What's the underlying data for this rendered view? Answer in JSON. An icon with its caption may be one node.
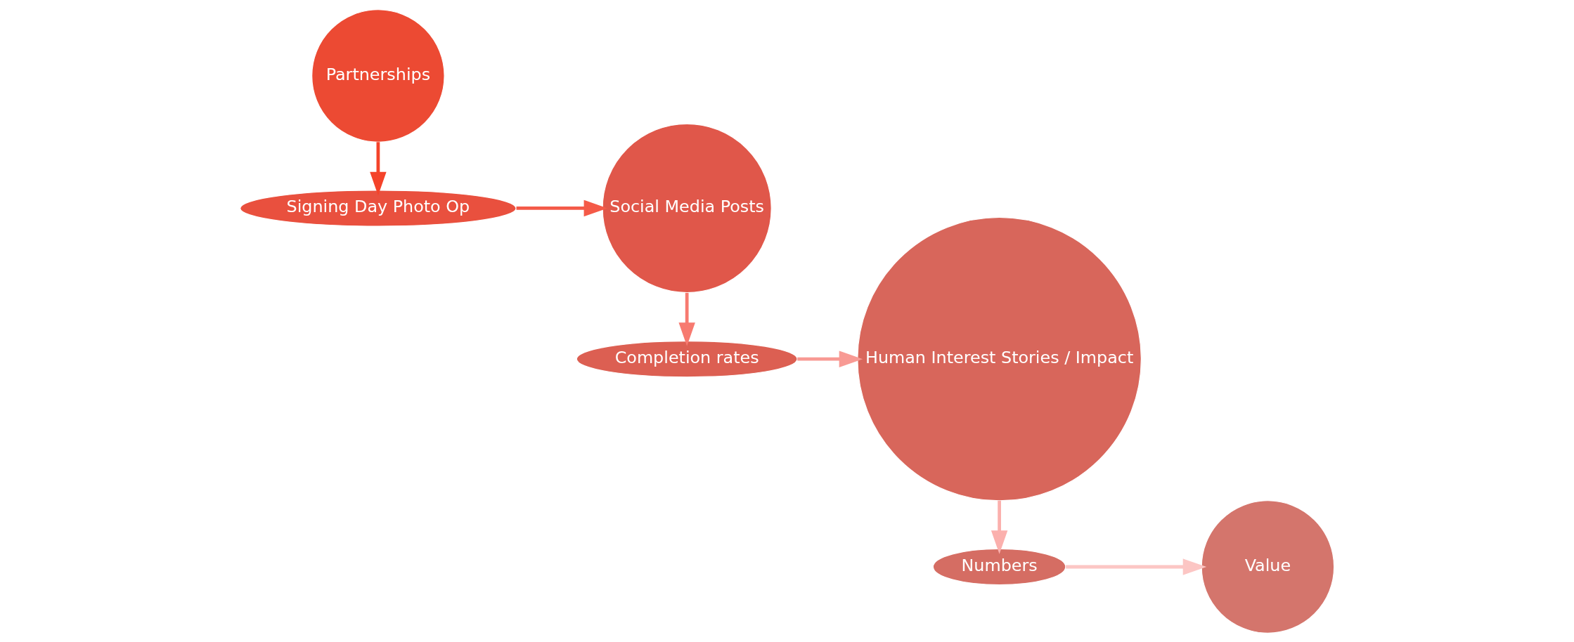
{
  "diagram": {
    "nodes": [
      {
        "text": [
          "Partnerships"
        ]
      },
      {
        "text": [
          "Signing Day Photo Op"
        ]
      },
      {
        "text": [
          "Social Media Posts"
        ]
      },
      {
        "text": [
          "Completion rates"
        ]
      },
      {
        "text": [
          "Human Interest Stories / Impact"
        ]
      },
      {
        "text": [
          "Numbers"
        ]
      },
      {
        "text": [
          "Value"
        ]
      }
    ],
    "edges": [
      {
        "from": 0,
        "to": 1,
        "arrow": "to",
        "color": "#f4432a"
      },
      {
        "from": 1,
        "to": 2,
        "arrow": "to",
        "color": "#f45a48"
      },
      {
        "from": 2,
        "to": 3,
        "arrow": "to",
        "color": "#f77a70"
      },
      {
        "from": 3,
        "to": 4,
        "arrow": "to",
        "color": "#f89a94"
      },
      {
        "from": 4,
        "to": 5,
        "arrow": "to",
        "color": "#fbb0ad"
      },
      {
        "from": 5,
        "to": 6,
        "arrow": "to",
        "color": "#fcc6c4"
      }
    ]
  }
}
